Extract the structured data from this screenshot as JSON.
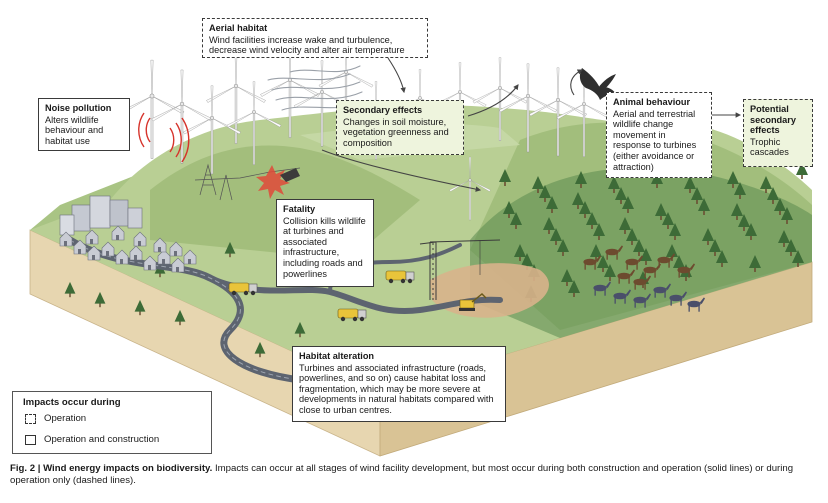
{
  "labels": {
    "aerial": {
      "title": "Aerial habitat",
      "body": "Wind facilities increase wake and turbulence, decrease wind velocity and alter air temperature"
    },
    "noise": {
      "title": "Noise pollution",
      "body": "Alters wildlife behaviour and habitat use"
    },
    "secondary": {
      "title": "Secondary effects",
      "body": "Changes in soil moisture, vegetation greenness and composition"
    },
    "animal": {
      "title": "Animal behaviour",
      "body": "Aerial and terrestrial wildlife change movement in response to turbines (either avoidance or attraction)"
    },
    "potential": {
      "title": "Potential secondary effects",
      "body": "Trophic cascades"
    },
    "fatality": {
      "title": "Fatality",
      "body": "Collision kills wildlife at turbines and associated infrastructure, including roads and powerlines"
    },
    "habitat": {
      "title": "Habitat alteration",
      "body": "Turbines and associated infrastructure (roads, powerlines, and so on) cause habitat loss and fragmentation, which may be more severe at developments in natural habitats compared with close to urban centres."
    }
  },
  "legend": {
    "title": "Impacts occur during",
    "operation": "Operation",
    "both": "Operation and construction"
  },
  "caption": {
    "fig": "Fig. 2 | Wind energy impacts on biodiversity.",
    "text": " Impacts can occur at all stages of wind facility development, but most occur during both construction and operation (solid lines) or during operation only (dashed lines)."
  },
  "colors": {
    "hill_light": "#b8cc8f",
    "hill_dark": "#8fae6a",
    "forest": "#4f7f43",
    "road": "#5d6470",
    "soil_side": "#e2cfa6",
    "label_green": "#eef4dd"
  }
}
